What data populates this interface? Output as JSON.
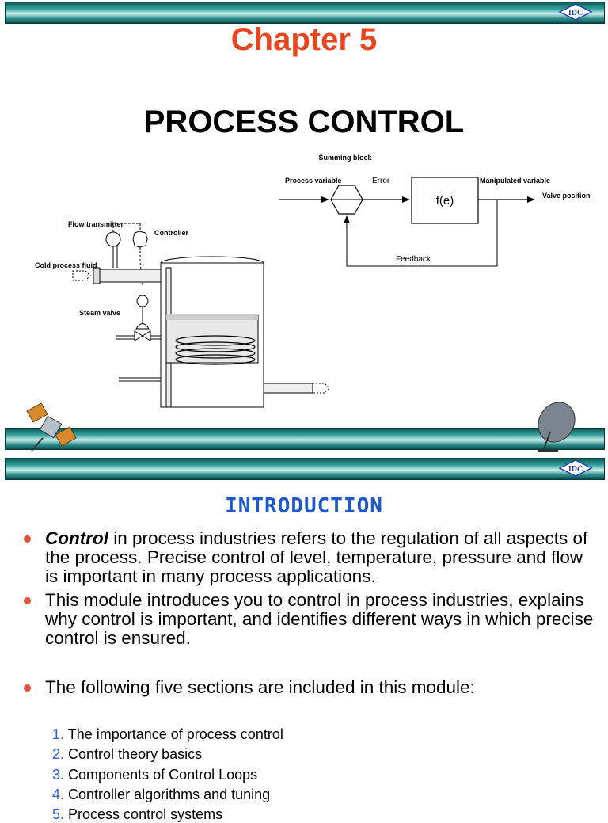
{
  "slide1": {
    "logo_text": "IDC",
    "chapter": "Chapter 5",
    "title": "PROCESS CONTROL",
    "block_diagram": {
      "summing_block": "Summing block",
      "process_variable": "Process variable",
      "error": "Error",
      "function": "f(e)",
      "manipulated_variable": "Manipulated variable",
      "valve_position": "Valve position",
      "feedback": "Feedback"
    },
    "tank_diagram": {
      "flow_transmitter": "Flow transmitter",
      "controller": "Controller",
      "cold_process_fluid": "Cold process fluid",
      "steam_valve": "Steam valve"
    }
  },
  "slide2": {
    "logo_text": "IDC",
    "heading": "INTRODUCTION",
    "bullets": [
      {
        "emph": "Control",
        "text": " in process industries refers to the regulation of all aspects of the process. Precise control of level, temperature, pressure and flow is important in many process applications."
      },
      {
        "text": "This module introduces you to control in process industries, explains why control is important, and identifies different ways in which precise control is ensured."
      },
      {
        "text": "The following five sections are included in this module:"
      }
    ],
    "sections": [
      {
        "num": "1.",
        "label": "The importance of process control"
      },
      {
        "num": "2.",
        "label": "Control theory basics"
      },
      {
        "num": "3.",
        "label": "Components of Control Loops"
      },
      {
        "num": "4.",
        "label": "Controller algorithms and tuning"
      },
      {
        "num": "5.",
        "label": "Process control systems"
      }
    ]
  }
}
